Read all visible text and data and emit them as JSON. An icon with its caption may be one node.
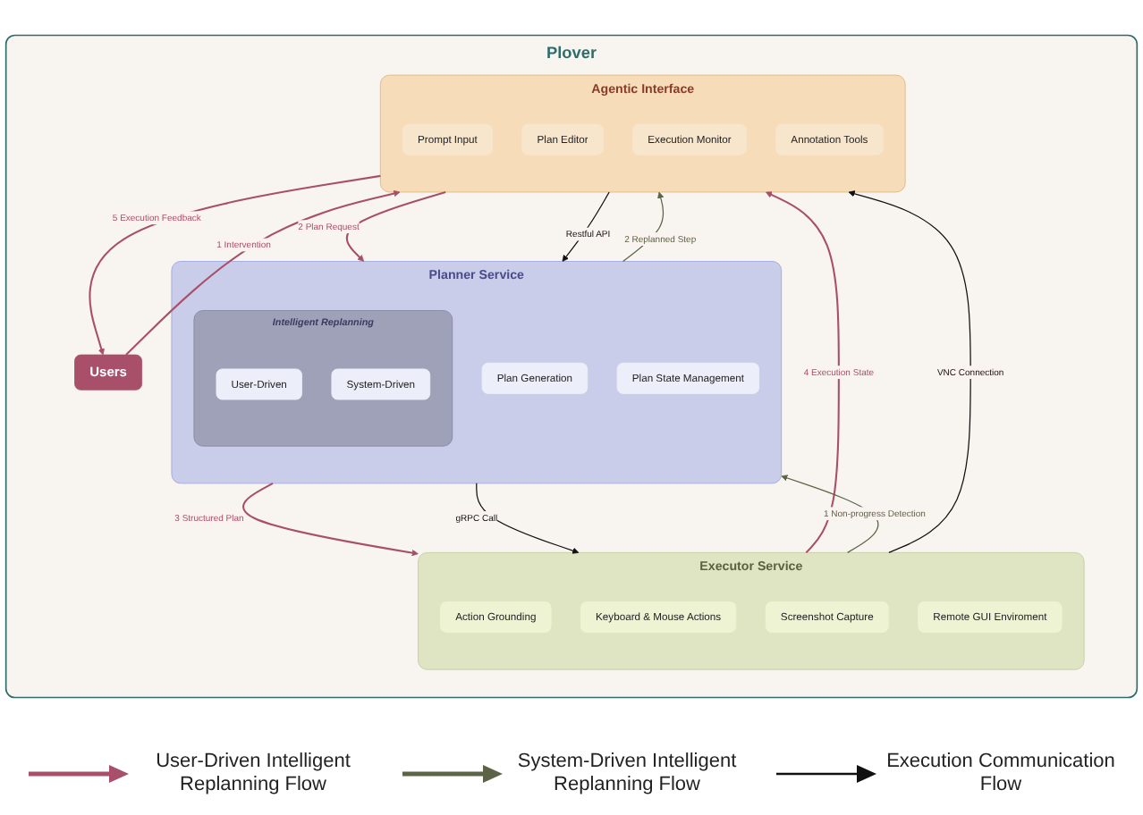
{
  "diagram": {
    "nodes": [
      {
        "text": [
          "Plover"
        ]
      },
      {
        "text": [
          "Users"
        ],
        "in": 0
      },
      {
        "text": [
          "Agentic Interface"
        ],
        "in": 0
      },
      {
        "text": [
          "Prompt Input"
        ],
        "in": 2
      },
      {
        "text": [
          "Plan Editor"
        ],
        "in": 2
      },
      {
        "text": [
          "Execution Monitor"
        ],
        "in": 2
      },
      {
        "text": [
          "Annotation Tools"
        ],
        "in": 2
      },
      {
        "text": [
          "Planner Service"
        ],
        "in": 0
      },
      {
        "text": [
          "Plan Generation"
        ],
        "in": 7
      },
      {
        "text": [
          "Plan State Management"
        ],
        "in": 7
      },
      {
        "text": [
          "Intelligent Replanning"
        ],
        "in": 7
      },
      {
        "text": [
          "User-Driven"
        ],
        "in": 10
      },
      {
        "text": [
          "System-Driven"
        ],
        "in": 10
      },
      {
        "text": [
          "Executor Service"
        ],
        "in": 0
      },
      {
        "text": [
          "Action Grounding"
        ],
        "in": 13
      },
      {
        "text": [
          "Keyboard & Mouse Actions"
        ],
        "in": 13
      },
      {
        "text": [
          "Screenshot Capture"
        ],
        "in": 13
      },
      {
        "text": [
          "Remote GUI Enviroment"
        ],
        "in": 13
      }
    ],
    "edges": [
      {
        "from": 1,
        "to": 2,
        "arrow": "to",
        "label": "1 Intervention"
      },
      {
        "from": 2,
        "to": 1,
        "arrow": "to",
        "label": "5 Execution Feedback"
      },
      {
        "from": 2,
        "to": 7,
        "arrow": "to",
        "label": "2 Plan Request"
      },
      {
        "from": 7,
        "to": 13,
        "arrow": "to",
        "label": "3 Structured Plan"
      },
      {
        "from": 13,
        "to": 2,
        "arrow": "to",
        "label": "4 Execution State"
      },
      {
        "from": 13,
        "to": 7,
        "arrow": "to",
        "label": "1 Non-progress Detection",
        "color": "#5b6446"
      },
      {
        "from": 7,
        "to": 2,
        "arrow": "to",
        "label": "2 Replanned Step",
        "color": "#5b6446"
      },
      {
        "from": 2,
        "to": 7,
        "arrow": "to",
        "label": "Restful API",
        "color": "#111111"
      },
      {
        "from": 7,
        "to": 13,
        "arrow": "to",
        "label": "gRPC Call",
        "color": "#111111"
      },
      {
        "from": 13,
        "to": 2,
        "arrow": "to",
        "label": "VNC Connection",
        "color": "#111111"
      }
    ],
    "legend": [
      {
        "text": "User-Driven Intelligent Replanning Flow"
      },
      {
        "text": "System-Driven Intelligent Replanning Flow"
      },
      {
        "text": "Execution Communication Flow"
      }
    ]
  }
}
